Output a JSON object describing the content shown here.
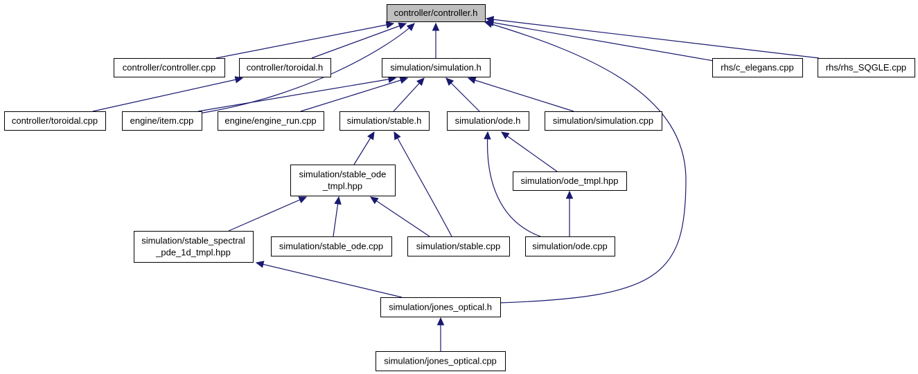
{
  "colors": {
    "root_fill": "#bfbfbf",
    "node_fill": "#ffffff",
    "edge": "#191970",
    "border": "#000000"
  },
  "nodes": {
    "controller_h": {
      "lines": [
        "controller/controller.h"
      ],
      "root": true
    },
    "controller_cpp": {
      "lines": [
        "controller/controller.cpp"
      ]
    },
    "toroidal_h": {
      "lines": [
        "controller/toroidal.h"
      ]
    },
    "simulation_h": {
      "lines": [
        "simulation/simulation.h"
      ]
    },
    "c_elegans": {
      "lines": [
        "rhs/c_elegans.cpp"
      ]
    },
    "rhs_sqgle": {
      "lines": [
        "rhs/rhs_SQGLE.cpp"
      ]
    },
    "toroidal_cpp": {
      "lines": [
        "controller/toroidal.cpp"
      ]
    },
    "item_cpp": {
      "lines": [
        "engine/item.cpp"
      ]
    },
    "engine_run": {
      "lines": [
        "engine/engine_run.cpp"
      ]
    },
    "stable_h": {
      "lines": [
        "simulation/stable.h"
      ]
    },
    "ode_h": {
      "lines": [
        "simulation/ode.h"
      ]
    },
    "simulation_cpp": {
      "lines": [
        "simulation/simulation.cpp"
      ]
    },
    "stable_ode_tmpl": {
      "lines": [
        "simulation/stable_ode",
        "_tmpl.hpp"
      ]
    },
    "ode_tmpl": {
      "lines": [
        "simulation/ode_tmpl.hpp"
      ]
    },
    "stable_spectral": {
      "lines": [
        "simulation/stable_spectral",
        "_pde_1d_tmpl.hpp"
      ]
    },
    "stable_ode_cpp": {
      "lines": [
        "simulation/stable_ode.cpp"
      ]
    },
    "stable_cpp": {
      "lines": [
        "simulation/stable.cpp"
      ]
    },
    "ode_cpp": {
      "lines": [
        "simulation/ode.cpp"
      ]
    },
    "jones_optical_h": {
      "lines": [
        "simulation/jones_optical.h"
      ]
    },
    "jones_optical_cpp": {
      "lines": [
        "simulation/jones_optical.cpp"
      ]
    }
  },
  "edges": [
    {
      "from": "controller_cpp",
      "to": "controller_h"
    },
    {
      "from": "toroidal_h",
      "to": "controller_h"
    },
    {
      "from": "item_cpp",
      "to": "controller_h"
    },
    {
      "from": "simulation_h",
      "to": "controller_h"
    },
    {
      "from": "jones_optical_h",
      "to": "controller_h"
    },
    {
      "from": "c_elegans",
      "to": "controller_h"
    },
    {
      "from": "rhs_sqgle",
      "to": "controller_h"
    },
    {
      "from": "toroidal_cpp",
      "to": "toroidal_h"
    },
    {
      "from": "item_cpp",
      "to": "simulation_h"
    },
    {
      "from": "engine_run",
      "to": "simulation_h"
    },
    {
      "from": "stable_h",
      "to": "simulation_h"
    },
    {
      "from": "ode_h",
      "to": "simulation_h"
    },
    {
      "from": "simulation_cpp",
      "to": "simulation_h"
    },
    {
      "from": "stable_ode_tmpl",
      "to": "stable_h"
    },
    {
      "from": "stable_cpp",
      "to": "stable_h"
    },
    {
      "from": "ode_tmpl",
      "to": "ode_h"
    },
    {
      "from": "ode_cpp",
      "to": "ode_h"
    },
    {
      "from": "stable_spectral",
      "to": "stable_ode_tmpl"
    },
    {
      "from": "stable_ode_cpp",
      "to": "stable_ode_tmpl"
    },
    {
      "from": "stable_cpp",
      "to": "stable_ode_tmpl"
    },
    {
      "from": "ode_cpp",
      "to": "ode_tmpl"
    },
    {
      "from": "jones_optical_h",
      "to": "stable_spectral"
    },
    {
      "from": "jones_optical_cpp",
      "to": "jones_optical_h"
    }
  ]
}
